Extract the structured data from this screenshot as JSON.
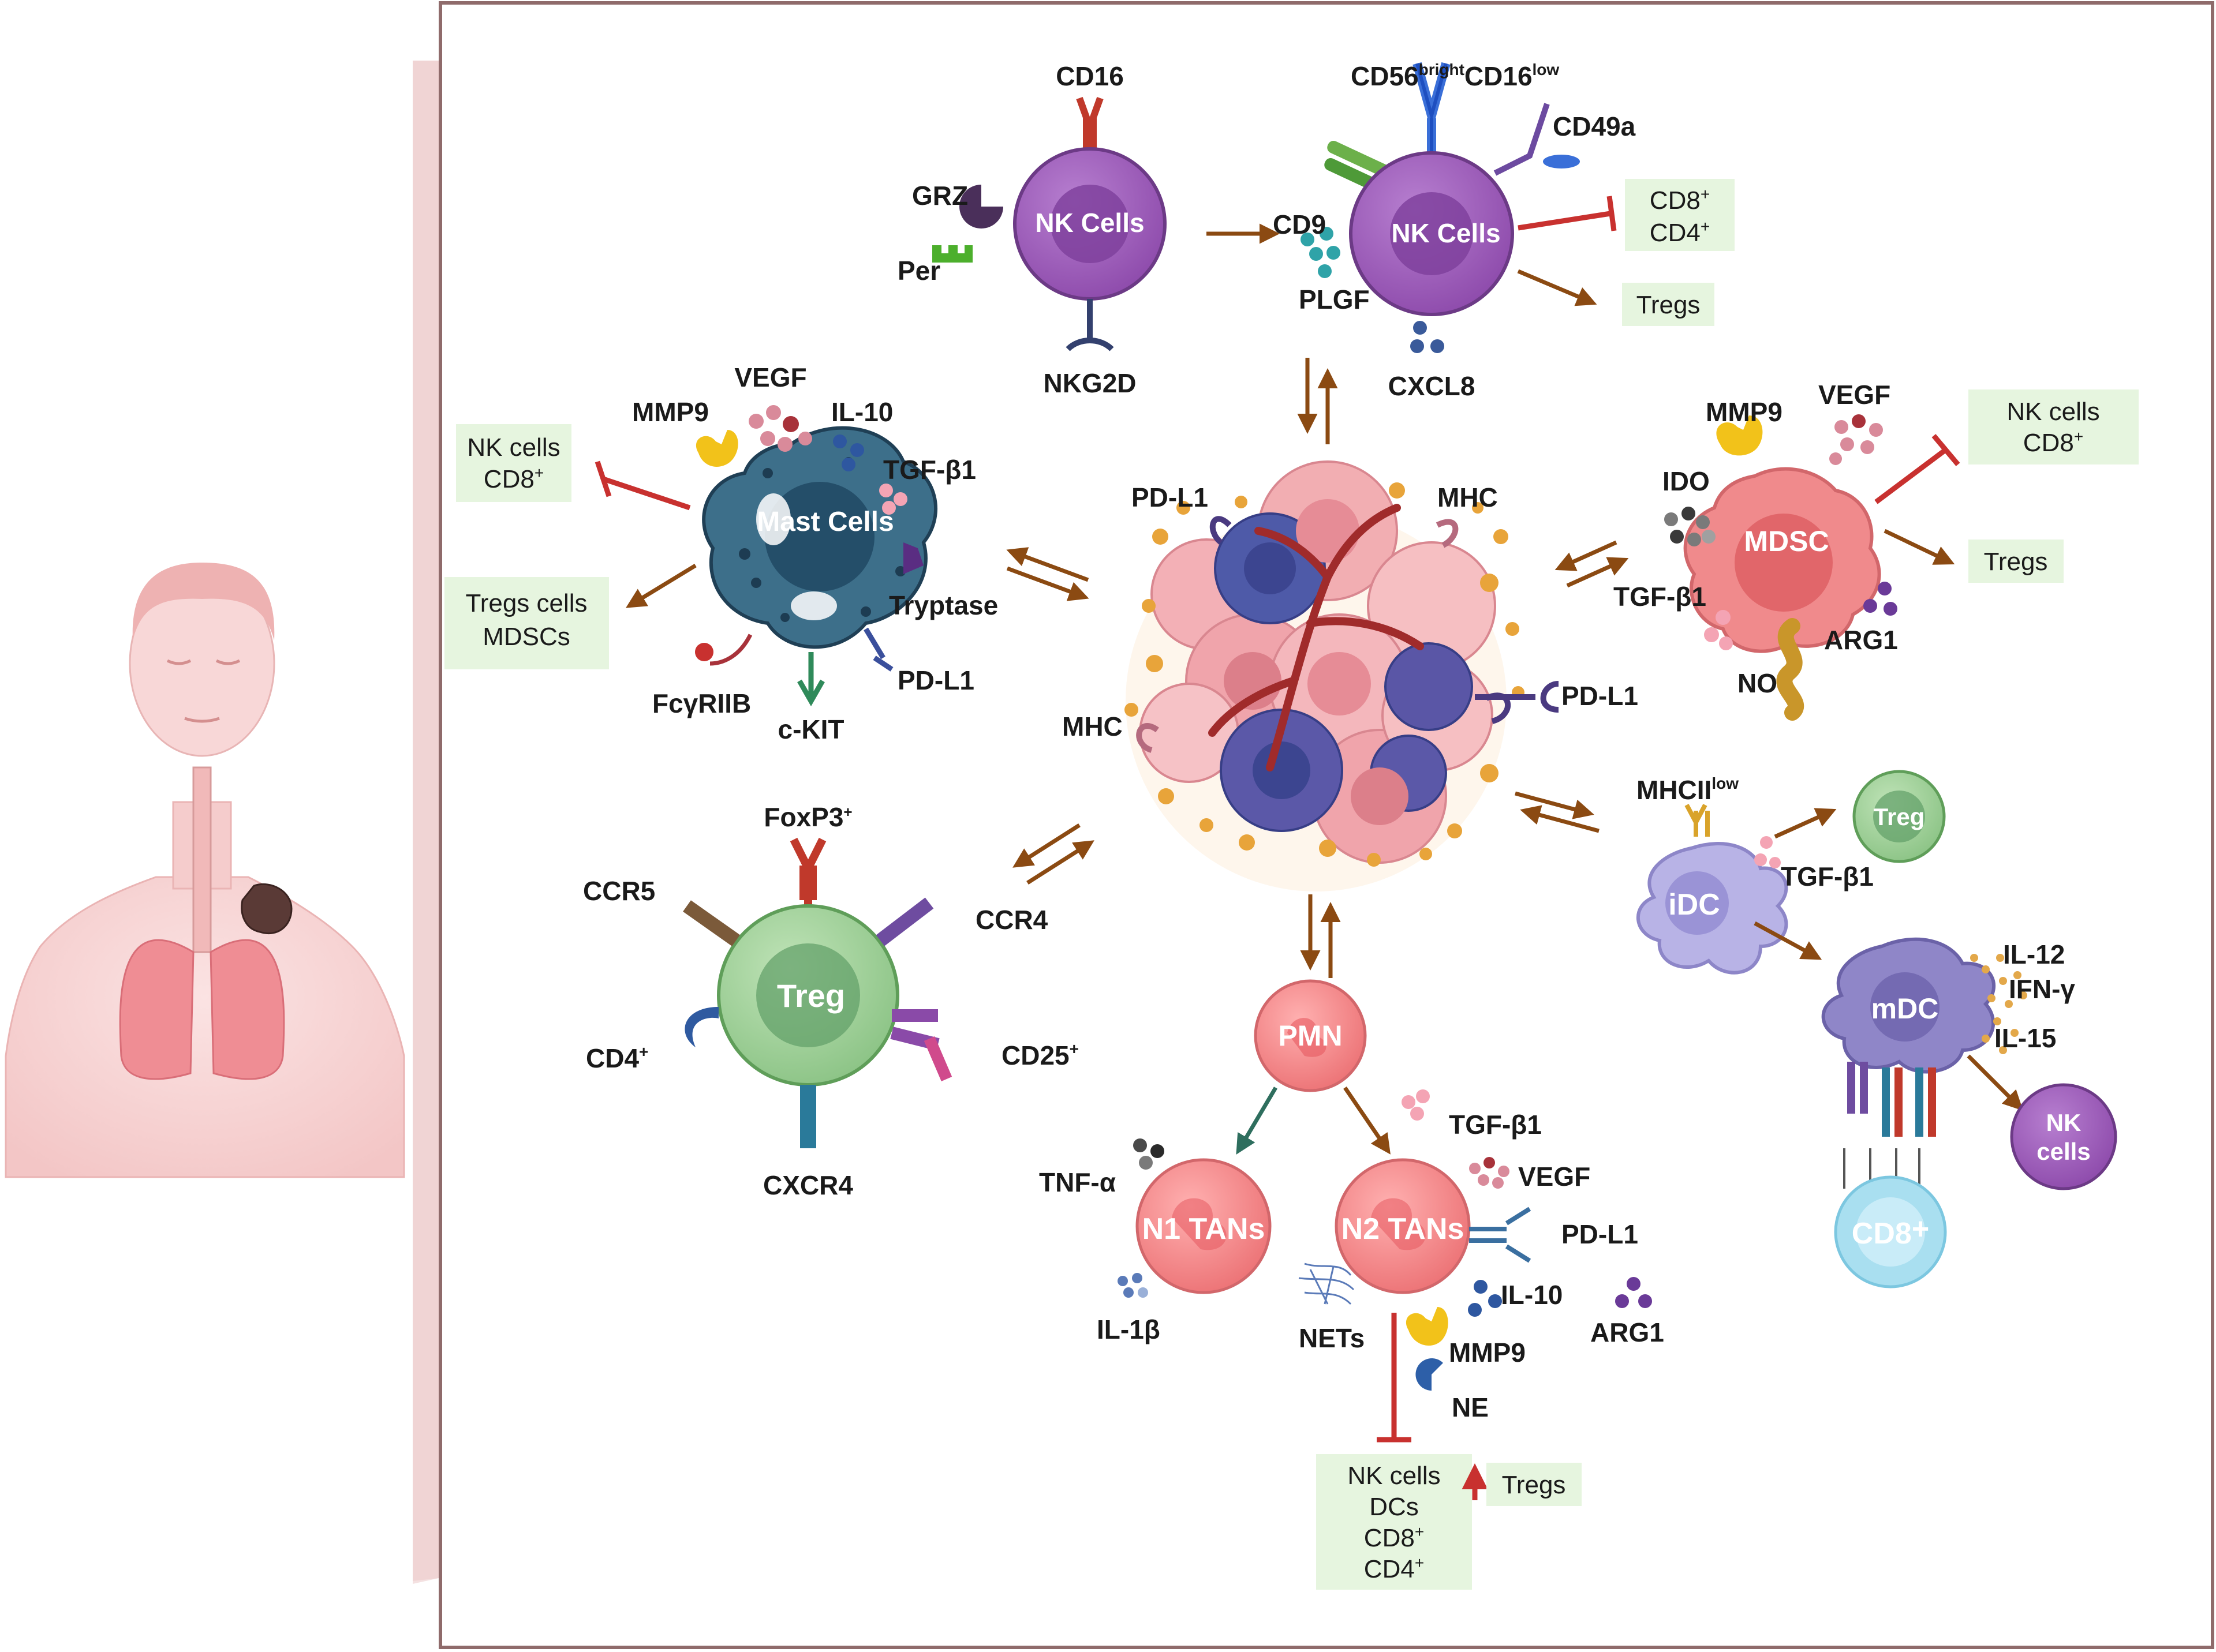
{
  "colors": {
    "frame": "#8f6b6b",
    "arrow_brown": "#8b4a12",
    "inhibit_red": "#c8312f",
    "box_green": "#e6f5df",
    "nk_purple": "#9c5ab8",
    "mast_blue": "#3d6f8a",
    "treg_green": "#8fc68a",
    "mdsc_pink": "#f08a8c",
    "idc_lavender": "#b8b3e6",
    "mdc_purple": "#8f86c8",
    "pmn_pink": "#f07e80",
    "tumor_pink": "#f2aeb2",
    "tumor_purple": "#5b58a8",
    "cd8_cyan": "#a9dff0"
  },
  "nk_naive": {
    "title": "NK Cells",
    "cd16": "CD16",
    "grz": "GRZ",
    "per": "Per",
    "nkg2d": "NKG2D"
  },
  "nk_tumor": {
    "title": "NK Cells",
    "cd56": "CD56",
    "bright": "bright",
    "cd16": "CD16",
    "low": "low",
    "cd49a": "CD49a",
    "cd9": "CD9",
    "plgf": "PLGF",
    "cxcl8": "CXCL8",
    "inhibits": [
      "CD8",
      "CD4"
    ],
    "sup": "+",
    "promotes": "Tregs"
  },
  "mast": {
    "title": "Mast Cells",
    "vegf": "VEGF",
    "mmp9": "MMP9",
    "il10": "IL-10",
    "tgfb1": "TGF-β1",
    "tryptase": "Tryptase",
    "pdl1": "PD-L1",
    "ckit": "c-KIT",
    "fcgr": "FcγRIIB",
    "inhibits": [
      "NK cells",
      "CD8"
    ],
    "sup": "+",
    "promotes": [
      "Tregs cells",
      "MDSCs"
    ]
  },
  "mdsc": {
    "title": "MDSC",
    "mmp9": "MMP9",
    "vegf": "VEGF",
    "ido": "IDO",
    "tgfb1": "TGF-β1",
    "arg1": "ARG1",
    "no": "NO",
    "inhibits": [
      "NK cells",
      "CD8"
    ],
    "sup": "+",
    "promotes": "Tregs"
  },
  "tumor": {
    "pdl1_top": "PD-L1",
    "mhc_top": "MHC",
    "mhc_left": "MHC",
    "pdl1_right": "PD-L1"
  },
  "treg": {
    "title": "Treg",
    "foxp3": "FoxP3",
    "sup": "+",
    "ccr5": "CCR5",
    "ccr4": "CCR4",
    "cd4": "CD4",
    "cd25": "CD25",
    "cxcr4": "CXCR4"
  },
  "dc": {
    "mhcii": "MHCII",
    "low": "low",
    "treg": "Treg",
    "tgfb1": "TGF-β1",
    "idc": "iDC",
    "mdc": "mDC",
    "il12": "IL-12",
    "ifng": "IFN-γ",
    "il15": "IL-15",
    "nk": [
      "NK",
      "cells"
    ],
    "cd8": "CD8",
    "cd8_sup": "+"
  },
  "pmn": {
    "title": "PMN",
    "n1": "N1 TANs",
    "n2": "N2 TANs",
    "tnfa": "TNF-α",
    "il1b": "IL-1β",
    "tgfb1": "TGF-β1",
    "vegf": "VEGF",
    "pdl1": "PD-L1",
    "nets": "NETs",
    "il10": "IL-10",
    "arg1": "ARG1",
    "mmp9": "MMP9",
    "ne": "NE",
    "inhibits": [
      "NK cells",
      "DCs",
      "CD8",
      "CD4"
    ],
    "sup": "+",
    "promotes": "Tregs"
  }
}
